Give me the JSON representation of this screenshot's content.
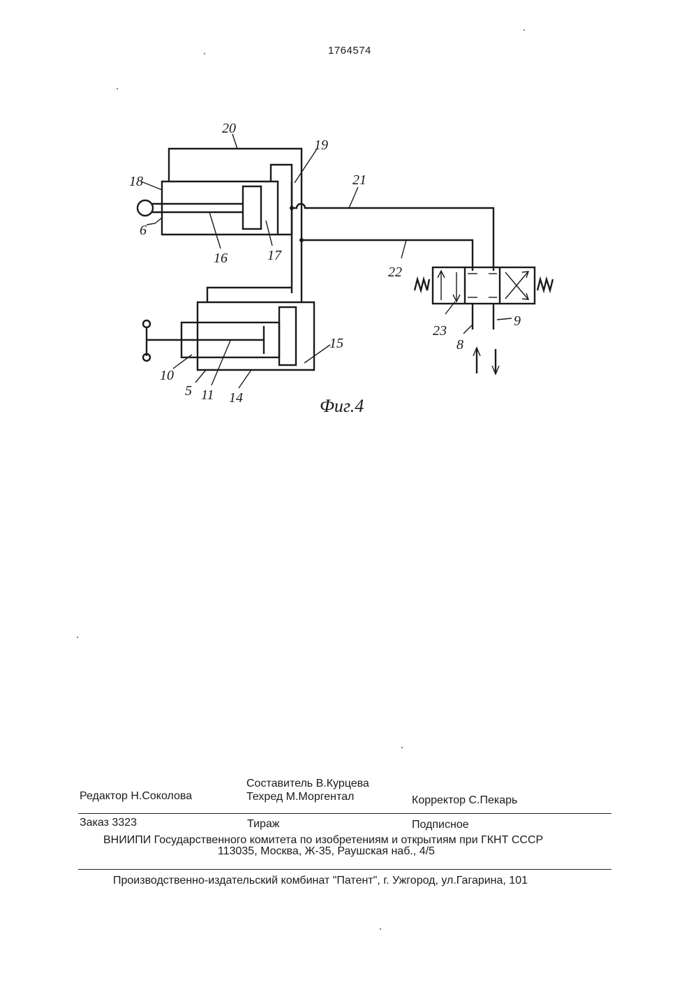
{
  "page_number": "1764574",
  "figure": {
    "caption": "Фиг.4",
    "labels": {
      "l20": "20",
      "l19": "19",
      "l18": "18",
      "l6": "6",
      "l16": "16",
      "l17": "17",
      "l21": "21",
      "l22": "22",
      "l23": "23",
      "l8": "8",
      "l9": "9",
      "l10": "10",
      "l5": "5",
      "l11": "11",
      "l14": "14",
      "l15": "15"
    }
  },
  "imprint": {
    "composer": "Составитель  В.Курцева",
    "editor": "Редактор   Н.Соколова",
    "techred": "Техред М.Моргентал",
    "corrector": "Корректор   С.Пекарь",
    "order": "Заказ  3323",
    "circulation": "Тираж",
    "subscription": "Подписное",
    "org": "ВНИИПИ Государственного комитета по изобретениям и открытиям при ГКНТ СССР",
    "address": "113035, Москва, Ж-35, Раушская наб., 4/5",
    "publisher": "Производственно-издательский комбинат \"Патент\", г. Ужгород, ул.Гагарина, 101"
  }
}
